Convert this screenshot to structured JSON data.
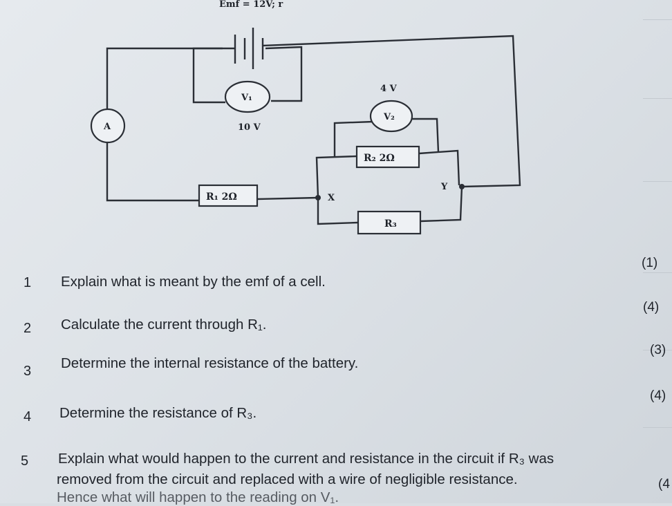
{
  "circuit": {
    "emf_label": "Emf = 12V; r",
    "ammeter_label": "A",
    "v1_label": "V₁",
    "v1_reading": "10 V",
    "v2_label": "V₂",
    "v2_reading": "4 V",
    "r1_label": "R₁  2Ω",
    "r2_label": "R₂  2Ω",
    "r3_label": "R₃",
    "node_x_label": "X",
    "node_y_label": "Y"
  },
  "questions": [
    {
      "number": "1",
      "text": "Explain what is meant by the emf of a cell.",
      "marks": "(1)"
    },
    {
      "number": "2",
      "text": "Calculate the current through R₁.",
      "marks": "(4)"
    },
    {
      "number": "3",
      "text": "Determine the internal resistance of the battery.",
      "marks": "(3)"
    },
    {
      "number": "4",
      "text": "Determine the resistance of R₃.",
      "marks": "(4)"
    },
    {
      "number": "5",
      "text_line1": "Explain what would happen to the current and resistance in the circuit if R₃ was",
      "text_line2": "removed from the circuit and replaced with a wire of negligible resistance.",
      "text_line3": "Hence what will happen to the reading on V₁.",
      "marks": "(4"
    }
  ]
}
